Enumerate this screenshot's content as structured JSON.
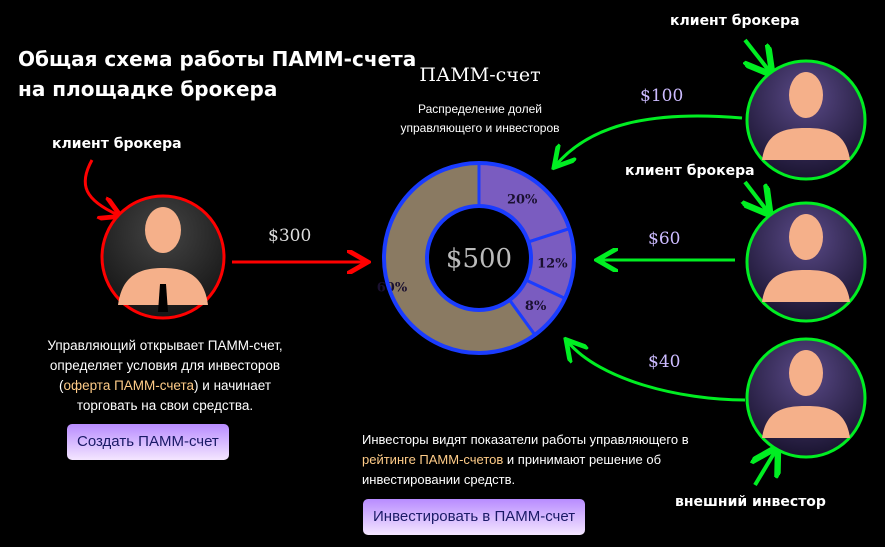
{
  "title_line1": "Общая схема работы ПАММ-счета",
  "title_line2": "на площадке брокера",
  "chart_heading": "ПАММ-счет",
  "chart_subtitle_line1": "Распределение долей",
  "chart_subtitle_line2": "управляющего и инвесторов",
  "left_label": "клиент брокера",
  "left_amount": "$300",
  "manager_text": {
    "p1": "Управляющий открывает ПАММ-счет,",
    "p2": "определяет условия для инвесторов",
    "open": "(",
    "link": "оферта ПАММ-счета",
    "close": ") и начинает",
    "p4": "торговать на свои средства."
  },
  "create_button": "Создать ПАММ-счет",
  "investor_text": {
    "p1": "Инвесторы видят показатели работы управляющего в",
    "link": "рейтинге ПАММ-счетов",
    "p2": " и принимают решение об",
    "p3": "инвестировании средств."
  },
  "invest_button": "Инвестировать в ПАММ-счет",
  "investors": [
    {
      "label": "клиент брокера",
      "amount": "$100"
    },
    {
      "label": "клиент брокера",
      "amount": "$60"
    },
    {
      "label": "внешний инвестор",
      "amount": "$40"
    }
  ],
  "colors": {
    "manager": "#ff0000",
    "investor": "#00ee22",
    "ring": "#1a3cff",
    "manager_share": "#8a7a62",
    "investor_share": "#7a5cc0"
  },
  "chart_data": {
    "type": "pie",
    "center_label": "$500",
    "slices": [
      {
        "label": "20%",
        "value": 20,
        "owner": "investor"
      },
      {
        "label": "12%",
        "value": 12,
        "owner": "investor"
      },
      {
        "label": "8%",
        "value": 8,
        "owner": "investor"
      },
      {
        "label": "60%",
        "value": 60,
        "owner": "manager"
      }
    ]
  }
}
